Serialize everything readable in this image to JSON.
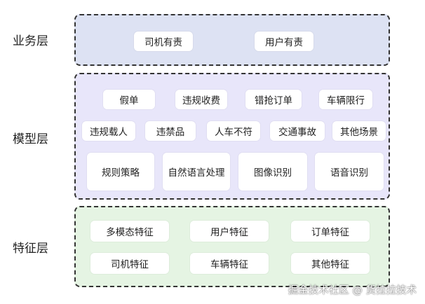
{
  "layers": {
    "business": {
      "label": "业务层",
      "boxes": [
        "司机有责",
        "用户有责"
      ]
    },
    "model": {
      "label": "模型层",
      "row1": [
        "假单",
        "违规收费",
        "错抢订单",
        "车辆限行"
      ],
      "row2": [
        "违规载人",
        "违禁品",
        "人车不符",
        "交通事故",
        "其他场景"
      ],
      "row3": [
        "规则策略",
        "自然语言处理",
        "图像识别",
        "语音识别"
      ]
    },
    "feature": {
      "label": "特征层",
      "row1": [
        "多模态特征",
        "用户特征",
        "订单特征"
      ],
      "row2": [
        "司机特征",
        "车辆特征",
        "其他特征"
      ]
    }
  },
  "watermark": "掘金技术社区 @ 货拉拉技术",
  "colors": {
    "business_bg": "#dde2f3",
    "model_bg": "#e8e6fa",
    "feature_bg": "#e5f4e3",
    "border": "#333333"
  }
}
